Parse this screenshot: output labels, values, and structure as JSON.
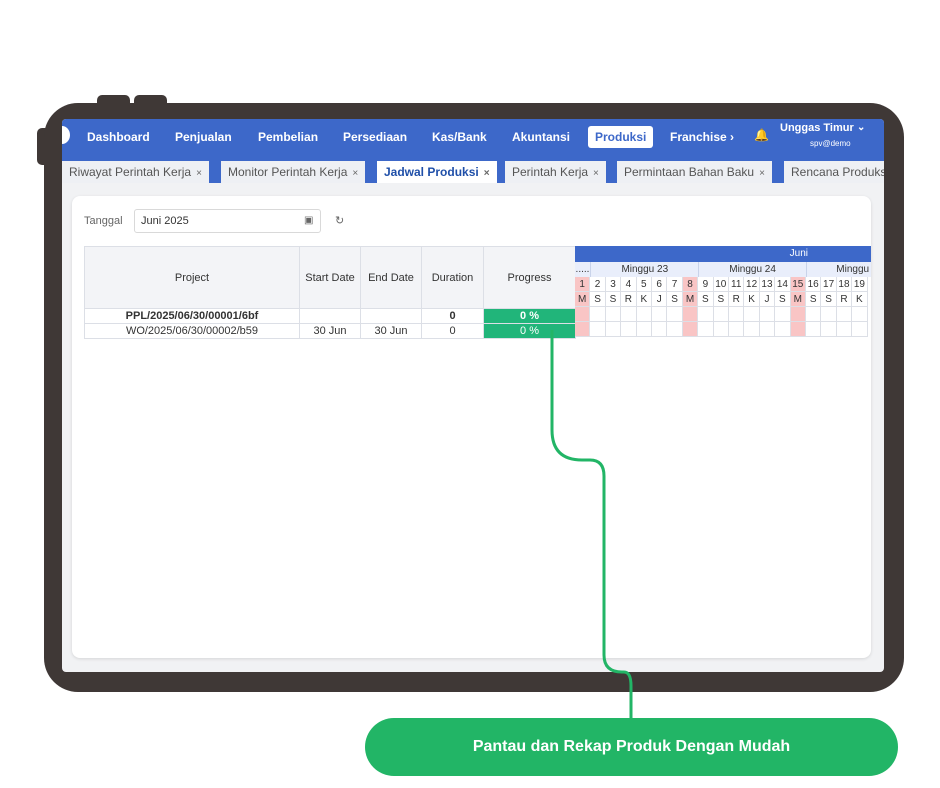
{
  "nav": {
    "items": [
      "Dashboard",
      "Penjualan",
      "Pembelian",
      "Persediaan",
      "Kas/Bank",
      "Akuntansi",
      "Produksi",
      "Franchise ›"
    ],
    "active_index": 6,
    "user_name": "Unggas Timur",
    "user_email": "spv@demo",
    "bell_icon": "bell-icon"
  },
  "tabs": {
    "items": [
      "Riwayat Perintah Kerja",
      "Monitor Perintah Kerja",
      "Jadwal Produksi",
      "Perintah Kerja",
      "Permintaan Bahan Baku",
      "Rencana Produksi"
    ],
    "active_index": 2,
    "close_glyph": "×"
  },
  "filter": {
    "label": "Tanggal",
    "value": "Juni 2025"
  },
  "table": {
    "headers": [
      "Project",
      "Start Date",
      "End Date",
      "Duration",
      "Progress"
    ],
    "rows": [
      {
        "project": "PPL/2025/06/30/00001/6bf",
        "start": "",
        "end": "",
        "duration": "0",
        "progress": "0 %"
      },
      {
        "project": "WO/2025/06/30/00002/b59",
        "start": "30 Jun",
        "end": "30 Jun",
        "duration": "0",
        "progress": "0 %"
      }
    ]
  },
  "gantt": {
    "month": "Juni",
    "pre_label": ".....",
    "weeks": [
      "Minggu 23",
      "Minggu 24",
      "Minggu"
    ],
    "days": [
      "1",
      "2",
      "3",
      "4",
      "5",
      "6",
      "7",
      "8",
      "9",
      "10",
      "11",
      "12",
      "13",
      "14",
      "15",
      "16",
      "17",
      "18",
      "19"
    ],
    "weekdays": [
      "M",
      "S",
      "S",
      "R",
      "K",
      "J",
      "S",
      "M",
      "S",
      "S",
      "R",
      "K",
      "J",
      "S",
      "M",
      "S",
      "S",
      "R",
      "K"
    ],
    "highlight_days": [
      "1",
      "8",
      "15"
    ]
  },
  "cta": {
    "text": "Pantau dan Rekap Produk Dengan Mudah"
  },
  "colors": {
    "nav": "#3d68c9",
    "accent_green": "#22b566",
    "progress": "#21b57a",
    "highlight": "#f9c5c5"
  }
}
